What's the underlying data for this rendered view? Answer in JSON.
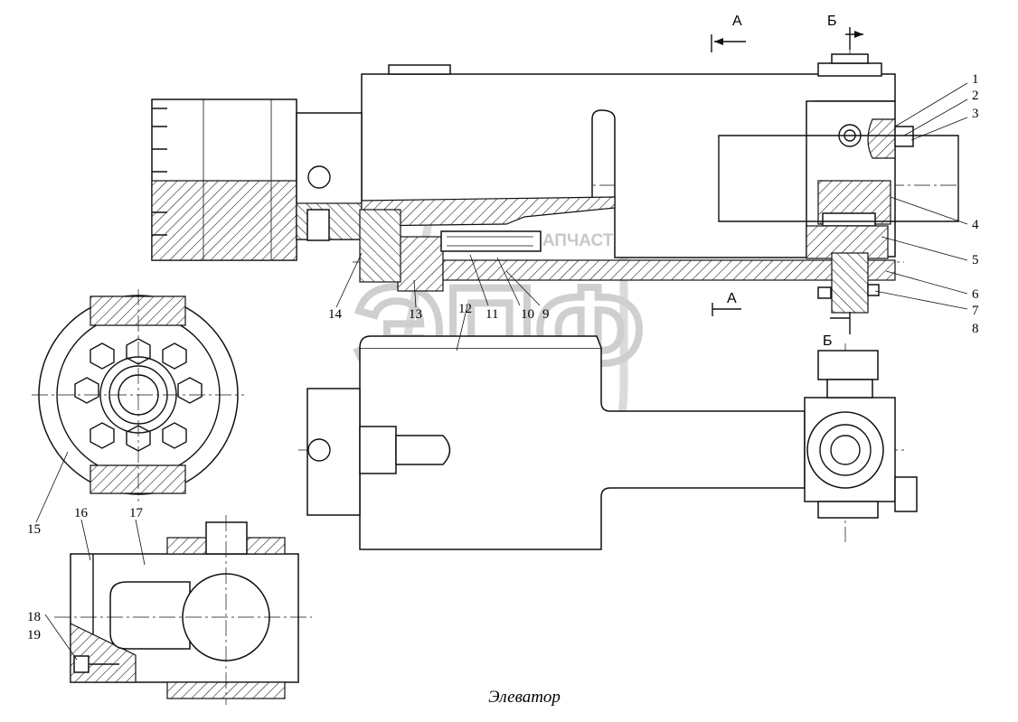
{
  "caption": "Элеватор",
  "watermark": {
    "logo_letters": "ЭПФ",
    "text": "ЗАПЧАСТИ"
  },
  "section_marks": {
    "a_top": "А",
    "a_bottom": "А",
    "b_top": "Б",
    "b_bottom": "Б"
  },
  "callouts": [
    "1",
    "2",
    "3",
    "4",
    "5",
    "6",
    "7",
    "8",
    "9",
    "10",
    "11",
    "12",
    "13",
    "14",
    "15",
    "16",
    "17",
    "18",
    "19"
  ]
}
